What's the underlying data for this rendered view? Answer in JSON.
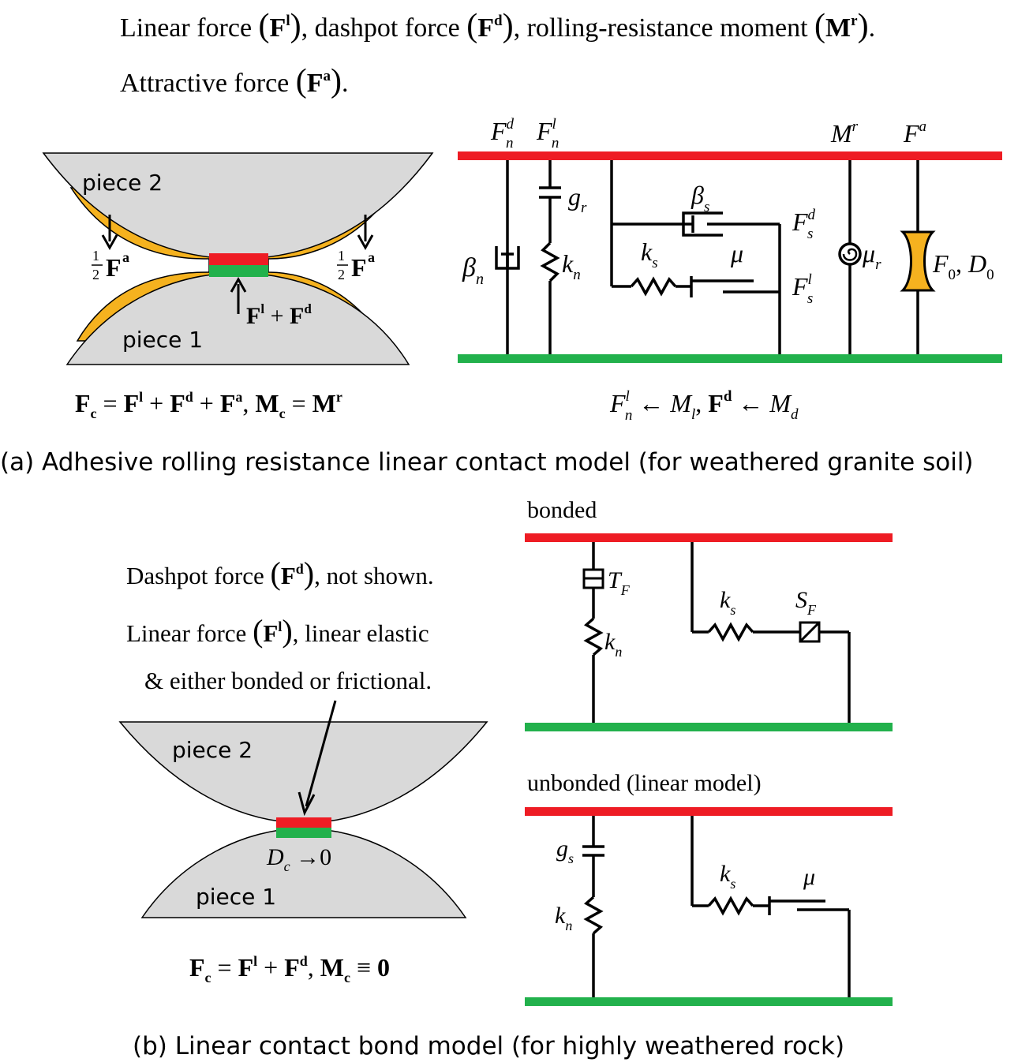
{
  "colors": {
    "top_plate": "#ee1c24",
    "bottom_plate": "#22b14c",
    "piece_fill": "#d9d9d9",
    "adhesive": "#f5b21f",
    "line": "#000000"
  },
  "panel_a": {
    "caption": "(a) Adhesive rolling resistance linear contact model (for weathered granite soil)",
    "note_line1": "Linear force (F^l), dashpot force (F^d), rolling-resistance moment (M^r).",
    "note_line2": "Attractive force (F^a).",
    "piece2_label": "piece 2",
    "piece1_label": "piece 1",
    "half_fa_left": "½F^a",
    "half_fa_right": "½F^a",
    "contact_force_label": "F^l + F^d",
    "equation": "F_c = F^l + F^d + F^a,  M_c = M^r",
    "rheology": {
      "top_labels": [
        "F_n^d",
        "F_n^l",
        "M^r",
        "F^a"
      ],
      "dashpot_n": "β_n",
      "gap": "g_r",
      "spring_n": "k_n",
      "dashpot_s": "β_s",
      "spring_s": "k_s",
      "friction": "μ",
      "shear_dashpot_force": "F_s^d",
      "shear_linear_force": "F_s^l",
      "rolling_friction": "μ_r",
      "attractive_params": "F_0, D_0"
    },
    "mapping": "F_n^l ← M_l,  F^d ← M_d"
  },
  "panel_b": {
    "caption": "(b) Linear contact bond model (for highly weathered rock)",
    "note_line1": "Dashpot force (F^d), not shown.",
    "note_line2": "Linear force (F^l), linear elastic",
    "note_line3": "& either bonded or frictional.",
    "piece2_label": "piece 2",
    "piece1_label": "piece 1",
    "gap_label": "D_c → 0",
    "equation": "F_c = F^l + F^d,  M_c ≡ 0",
    "bonded": {
      "title": "bonded",
      "tensile_strength": "T_F",
      "spring_n": "k_n",
      "spring_s": "k_s",
      "shear_strength": "S_F"
    },
    "unbonded": {
      "title": "unbonded (linear model)",
      "gap": "g_s",
      "spring_n": "k_n",
      "spring_s": "k_s",
      "friction": "μ"
    }
  }
}
